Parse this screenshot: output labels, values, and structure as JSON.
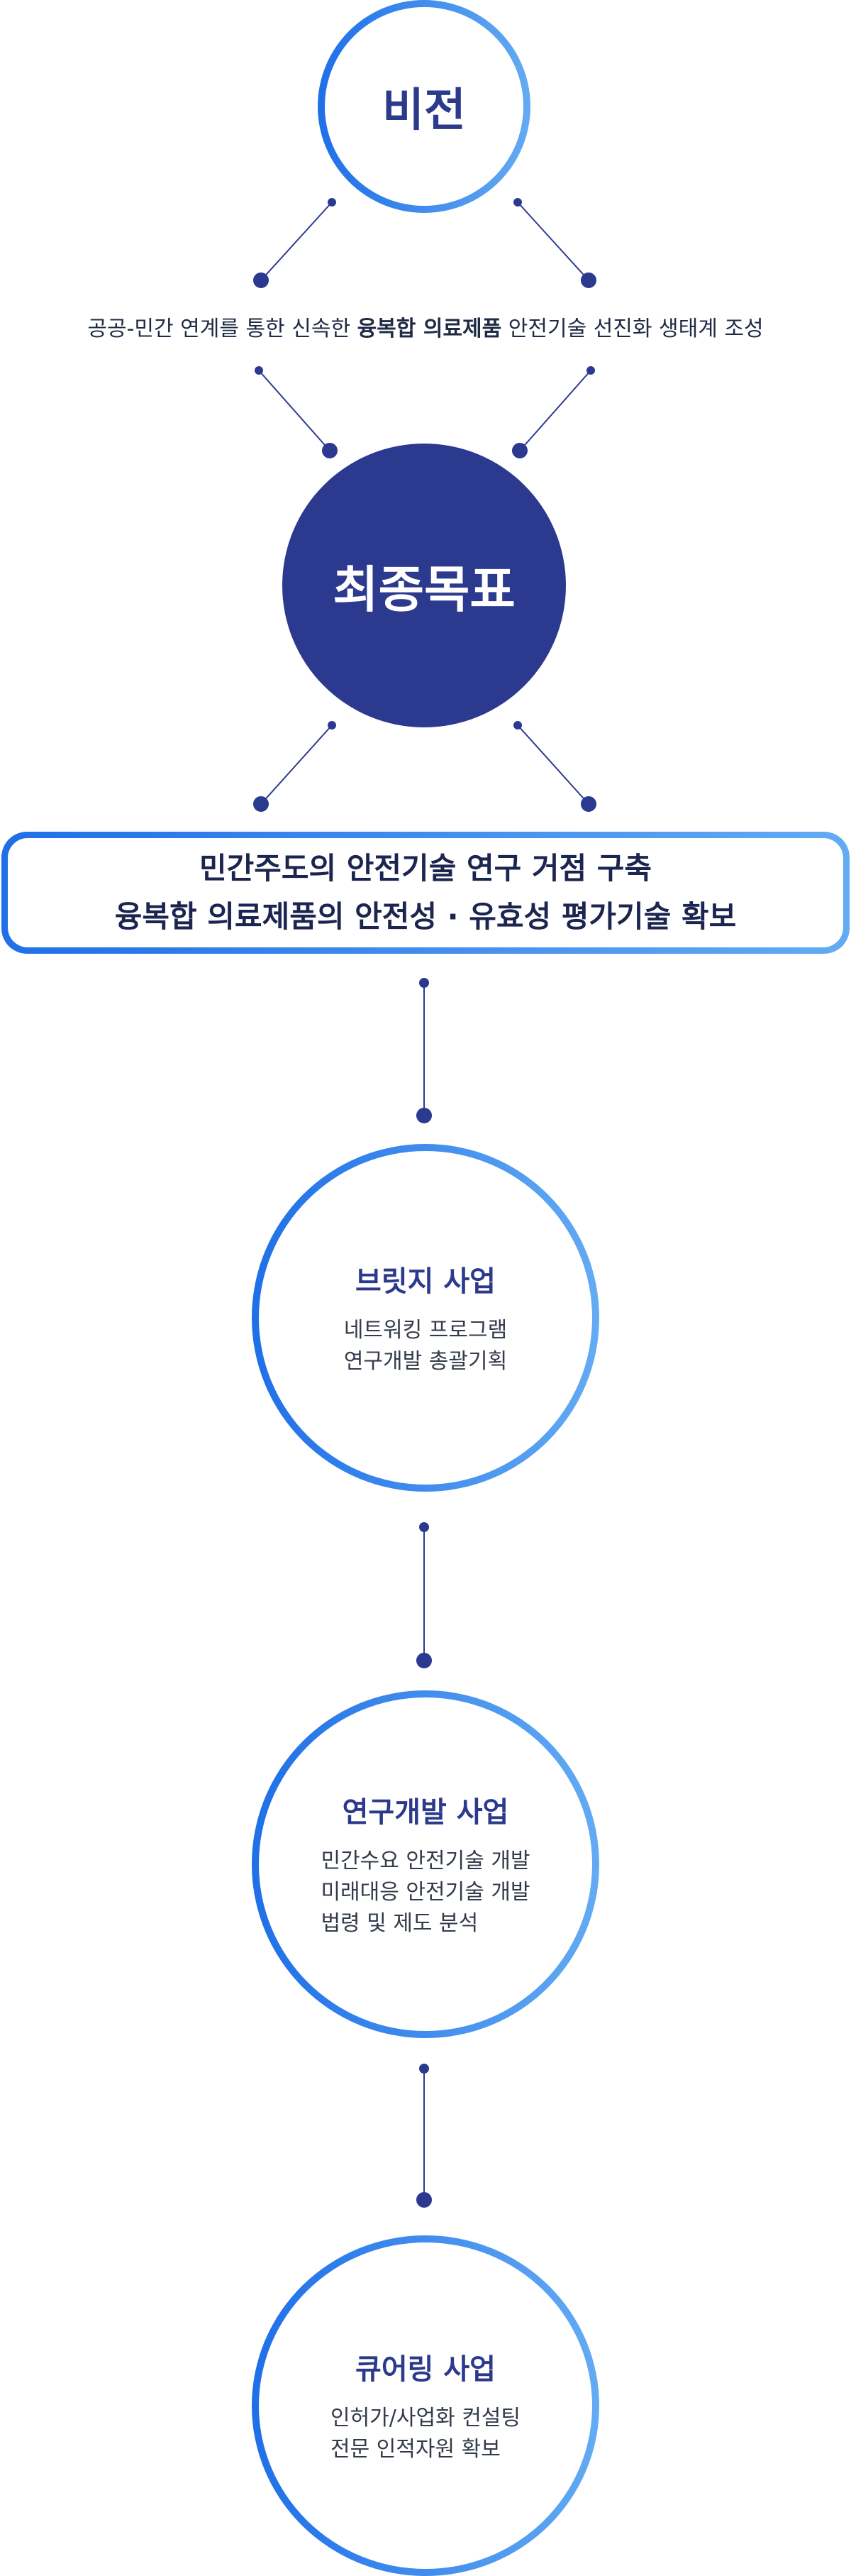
{
  "vision": {
    "title": "비전",
    "statement": {
      "prefix": "공공-민간 연계를 통한 신속한 ",
      "emphasis": "융복합 의료제품",
      "suffix": " 안전기술 선진화 생태계 조성"
    }
  },
  "final_goal": {
    "title": "최종목표",
    "lines": [
      "민간주도의 안전기술 연구 거점 구축",
      "융복합 의료제품의 안전성 · 유효성 평가기술 확보"
    ]
  },
  "projects": [
    {
      "title": "브릿지 사업",
      "items": [
        "네트워킹 프로그램",
        "연구개발 총괄기획"
      ]
    },
    {
      "title": "연구개발 사업",
      "items": [
        "민간수요 안전기술 개발",
        "미래대응 안전기술 개발",
        "법령 및 제도 분석"
      ]
    },
    {
      "title": "큐어링 사업",
      "items": [
        "인허가/사업화 컨설팅",
        "전문 인적자원 확보"
      ]
    }
  ],
  "colors": {
    "navy": "#2b3a8f",
    "gradient_start": "#1f6fe8",
    "gradient_end": "#63abf3",
    "connector": "#2b3a8f"
  }
}
